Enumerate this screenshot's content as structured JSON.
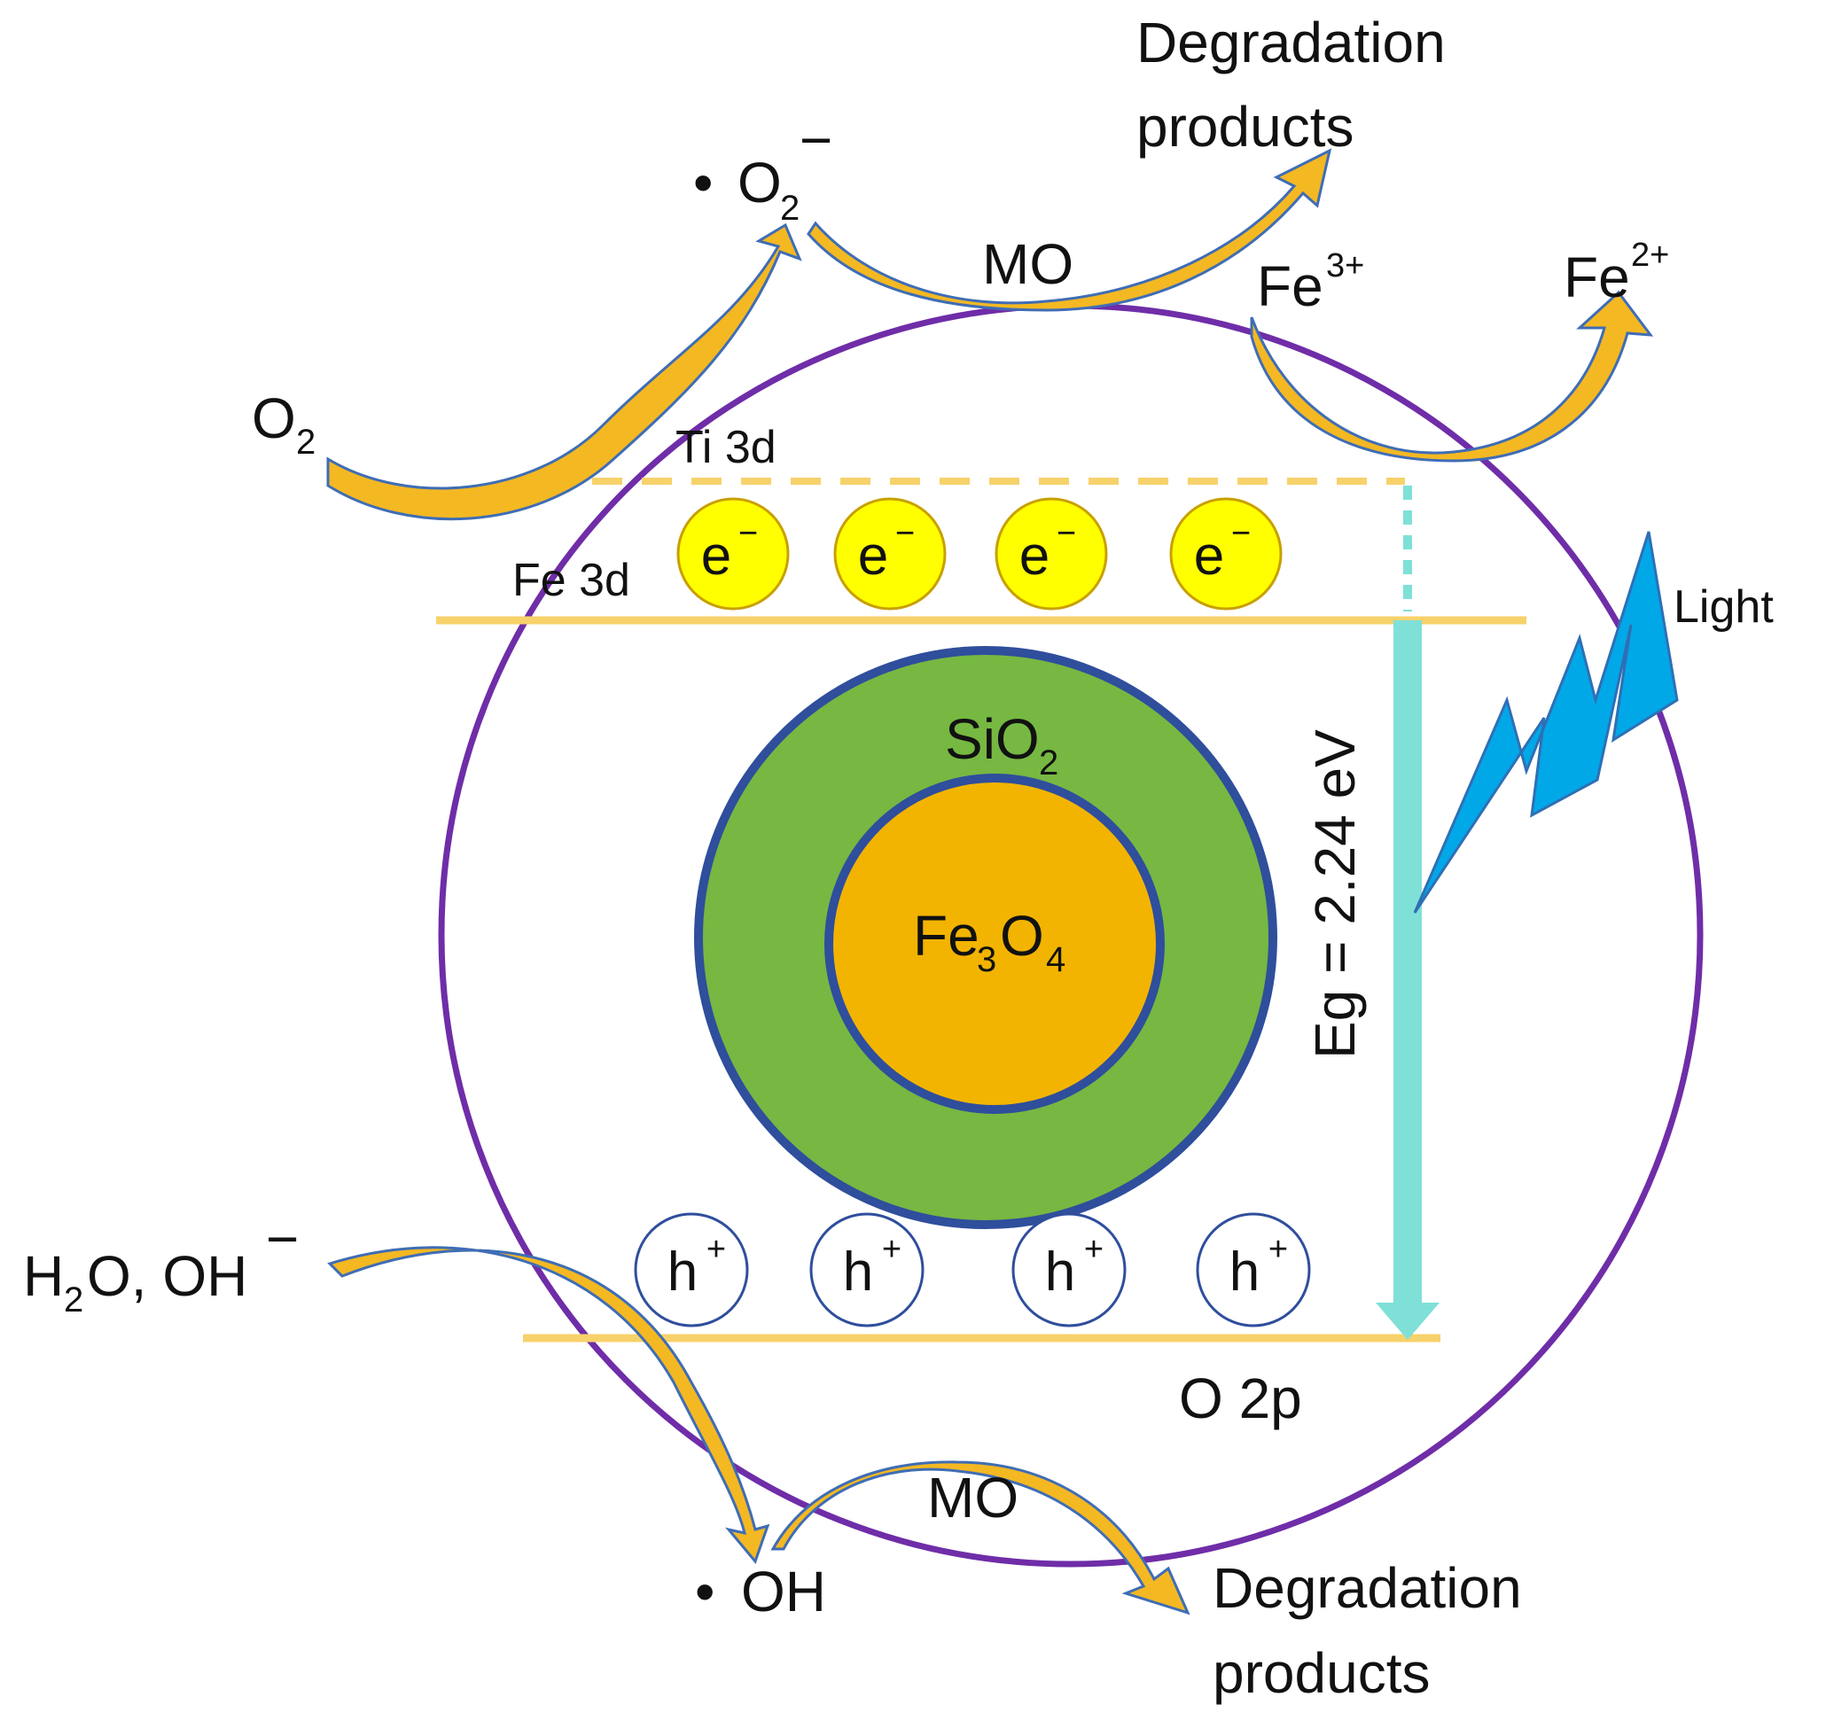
{
  "colors": {
    "particle_outline": "#6f2da8",
    "band_line": "#f7d26b",
    "band_dashed": "#f7d26b",
    "electron_fill": "#ffff00",
    "electron_stroke": "#c8a000",
    "hole_stroke": "#2f4e9c",
    "shell_fill": "#76b842",
    "shell_stroke": "#2f4e9c",
    "core_fill": "#f2b400",
    "transition_arrow": "#7fe0d8",
    "lightning": "#00a8e8",
    "lightning_stroke": "#2f6fb5",
    "reaction_arrow": "#f4b822",
    "reaction_arrow_stroke": "#3f6db5"
  },
  "labels": {
    "degradation_top_line1": "Degradation",
    "degradation_top_line2": "products",
    "superoxide_dot": "•",
    "superoxide_base": "O",
    "superoxide_sub": "2",
    "superoxide_sup": "−",
    "mo_top": "MO",
    "fe3_base": "Fe",
    "fe3_sup": "3+",
    "fe2_base": "Fe",
    "fe2_sup": "2+",
    "o2_base": "O",
    "o2_sub": "2",
    "ti3d": "Ti 3d",
    "fe3d": "Fe 3d",
    "light": "Light",
    "sio2_base": "SiO",
    "sio2_sub": "2",
    "fe3o4_fe": "Fe",
    "fe3o4_sub1": "3",
    "fe3o4_o": "O",
    "fe3o4_sub2": "4",
    "band_gap": "Eg = 2.24 eV",
    "water_h": "H",
    "water_sub": "2",
    "water_rest": "O, OH",
    "water_sup": "−",
    "o2p": "O 2p",
    "mo_bottom": "MO",
    "hydroxyl_dot": "•",
    "hydroxyl": "OH",
    "degradation_bottom_line1": "Degradation",
    "degradation_bottom_line2": "products"
  },
  "electrons": [
    {
      "base": "e",
      "sup": "−"
    },
    {
      "base": "e",
      "sup": "−"
    },
    {
      "base": "e",
      "sup": "−"
    },
    {
      "base": "e",
      "sup": "−"
    }
  ],
  "holes": [
    {
      "base": "h",
      "sup": "+"
    },
    {
      "base": "h",
      "sup": "+"
    },
    {
      "base": "h",
      "sup": "+"
    },
    {
      "base": "h",
      "sup": "+"
    }
  ]
}
